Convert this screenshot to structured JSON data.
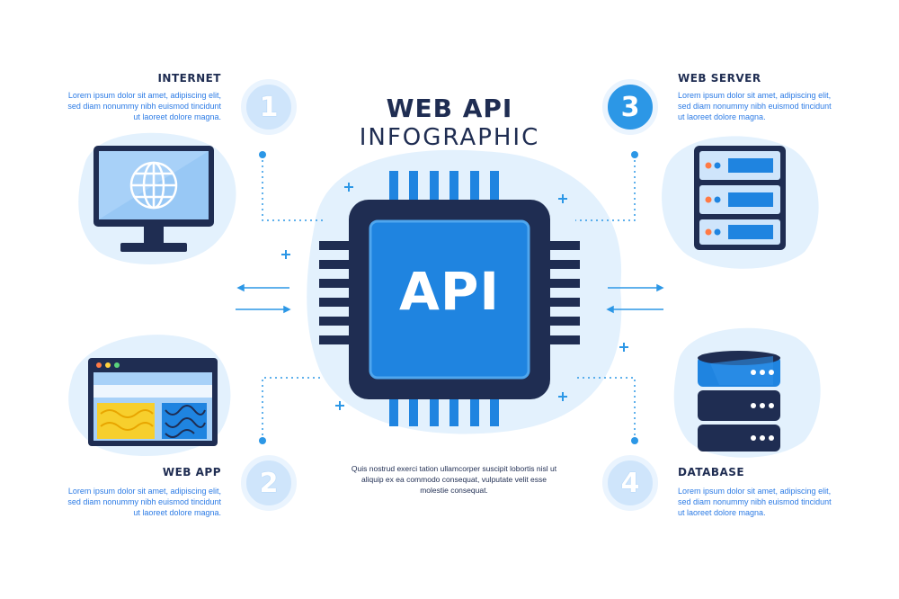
{
  "title": "WEB API",
  "subtitle": "INFOGRAPHIC",
  "chip_label": "API",
  "center_text": "Quis nostrud exerci tation ullamcorper suscipit lobortis nisl ut aliquip ex ea commodo consequat, vulputate velit esse molestie consequat.",
  "steps": [
    {
      "number": "1",
      "title": "INTERNET",
      "text": "Lorem ipsum dolor sit amet, adipiscing elit, sed diam nonummy nibh euismod tincidunt ut laoreet dolore magna.",
      "icon": "monitor-globe-icon"
    },
    {
      "number": "2",
      "title": "WEB APP",
      "text": "Lorem ipsum dolor sit amet, adipiscing elit, sed diam nonummy nibh euismod tincidunt ut laoreet dolore magna.",
      "icon": "browser-window-icon"
    },
    {
      "number": "3",
      "title": "WEB SERVER",
      "text": "Lorem ipsum dolor sit amet, adipiscing elit, sed diam nonummy nibh euismod tincidunt ut laoreet dolore magna.",
      "icon": "server-rack-icon"
    },
    {
      "number": "4",
      "title": "DATABASE",
      "text": "Lorem ipsum dolor sit amet, adipiscing elit, sed diam nonummy nibh euismod tincidunt ut laoreet dolore magna.",
      "icon": "database-icon"
    }
  ],
  "colors": {
    "navy": "#1f2d52",
    "blue": "#2c7be5",
    "chip_blue": "#1f84e0",
    "light_blob": "#e3f1fd",
    "circle_light": "#cfe5fb",
    "circle_dark": "#2c97e6"
  }
}
